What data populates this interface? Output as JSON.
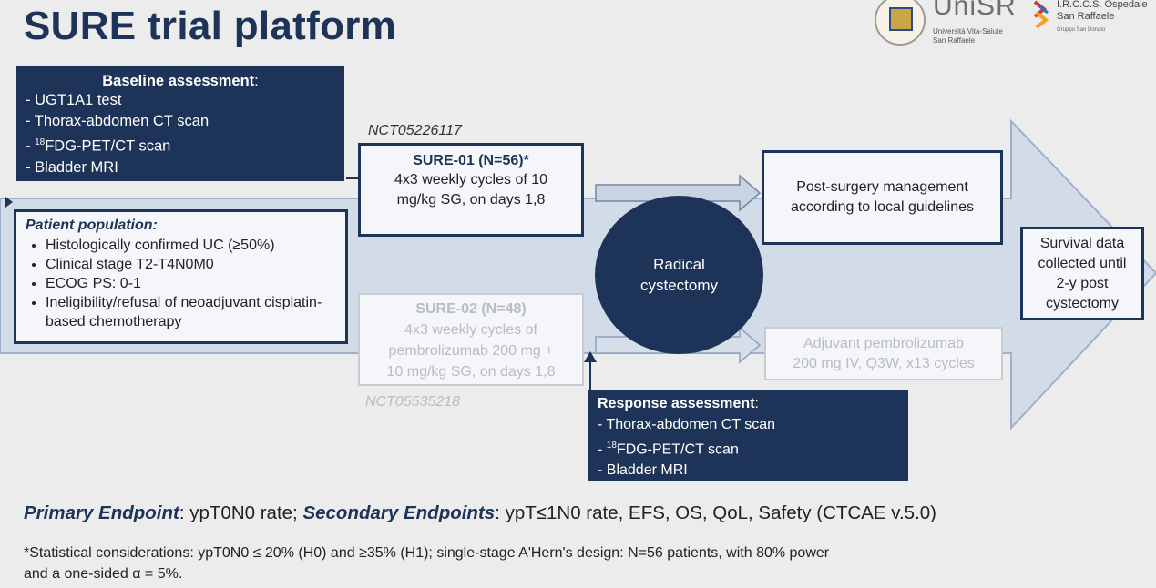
{
  "title": "SURE trial platform",
  "logos": {
    "unisr_name": "UniSR",
    "unisr_sub1": "Università Vita-Salute",
    "unisr_sub2": "San Raffaele",
    "irccs_line1": "I.R.C.C.S. Ospedale",
    "irccs_line2": "San Raffaele",
    "irccs_sub": "Gruppo San Donato"
  },
  "baseline": {
    "heading": "Baseline assessment",
    "suffix": ":",
    "items": [
      "- UGT1A1 test",
      "- Thorax-abdomen CT scan",
      "FDG-PET/CT scan",
      "- Bladder MRI"
    ],
    "fdg_prefix": "- ",
    "fdg_sup": "18"
  },
  "population": {
    "heading": "Patient population:",
    "items": [
      "Histologically confirmed UC (≥50%)",
      "Clinical stage T2-T4N0M0",
      "ECOG PS: 0-1",
      "Ineligibility/refusal of neoadjuvant cisplatin-based chemotherapy"
    ]
  },
  "sure01": {
    "nct": "NCT05226117",
    "title": "SURE-01 (N=56)*",
    "line1": "4x3 weekly cycles of 10",
    "line2": "mg/kg SG, on days 1,8"
  },
  "sure02": {
    "nct": "NCT05535218",
    "title": "SURE-02 (N=48)",
    "line1": "4x3 weekly cycles of",
    "line2": "pembrolizumab 200 mg +",
    "line3": "10 mg/kg SG, on days 1,8"
  },
  "surgery": {
    "line1": "Radical",
    "line2": "cystectomy"
  },
  "post_surgery": {
    "line1": "Post-surgery management",
    "line2": "according to local guidelines"
  },
  "adjuvant": {
    "line1": "Adjuvant pembrolizumab",
    "line2": "200 mg IV, Q3W, x13 cycles"
  },
  "survival": {
    "line1": "Survival data",
    "line2": "collected until",
    "line3": "2-y post",
    "line4": "cystectomy"
  },
  "response": {
    "heading": "Response assessment",
    "suffix": ":",
    "items": [
      "- Thorax-abdomen CT scan",
      "FDG-PET/CT scan",
      "- Bladder MRI"
    ],
    "fdg_prefix": "- ",
    "fdg_sup": "18"
  },
  "endpoints": {
    "primary_label": "Primary Endpoint",
    "primary_text": ": ypT0N0 rate; ",
    "secondary_label": "Secondary Endpoints",
    "secondary_text": ": ypT≤1N0 rate, EFS, OS, QoL, Safety (CTCAE v.5.0)"
  },
  "footnote": {
    "line1": "*Statistical considerations: ypT0N0 ≤ 20% (H0) and ≥35% (H1); single-stage A'Hern's design: N=56 patients, with 80% power",
    "line2": "and a one-sided α = 5%."
  },
  "colors": {
    "navy": "#1d3357",
    "arrow_fill": "#d2dbe8",
    "faded": "#b9bcc1"
  }
}
